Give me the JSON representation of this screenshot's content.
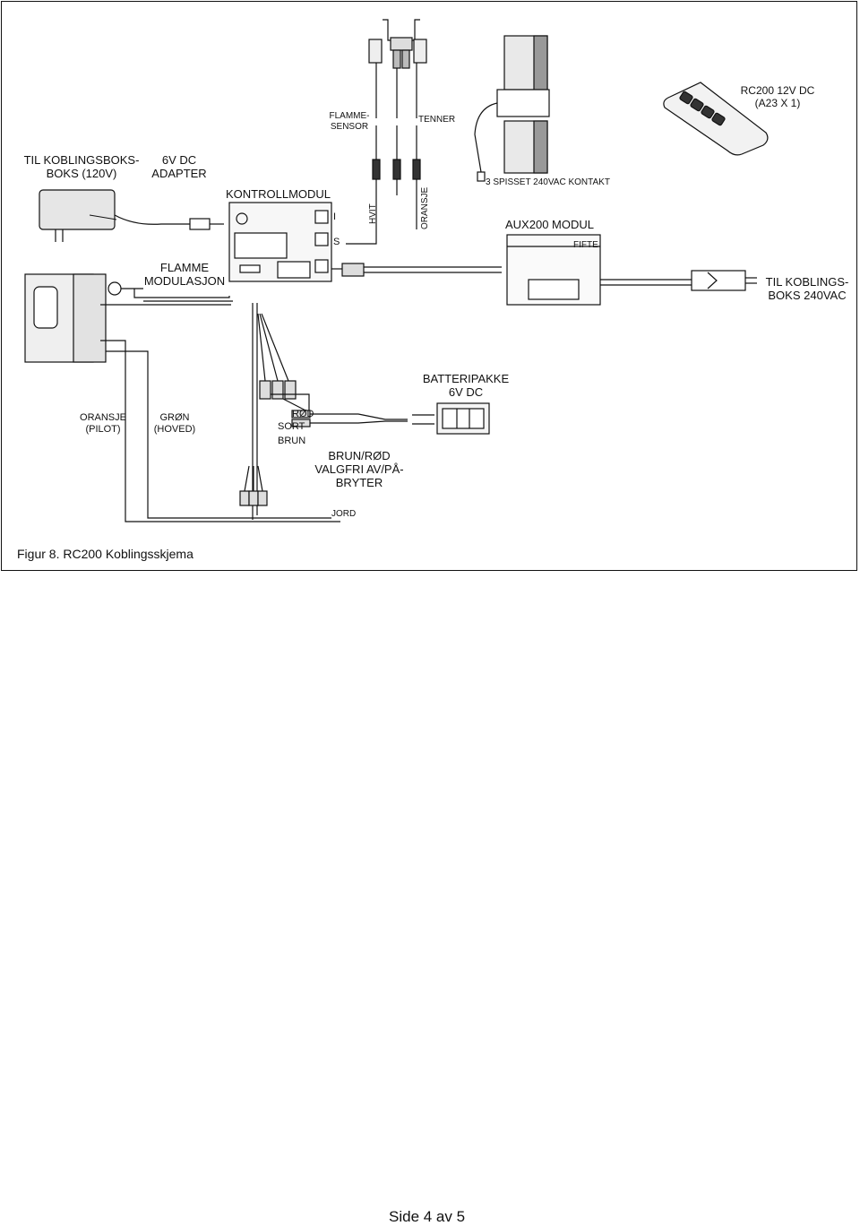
{
  "labels": {
    "flame_sensor": "FLAMME-\nSENSOR",
    "igniter": "TENNER",
    "remote": "RC200 12V DC\n(A23 X 1)",
    "junction_120": "TIL KOBLINGSBOKS-\nBOKS (120V)",
    "adapter": "6V DC\nADAPTER",
    "control_module": "KONTROLLMODUL",
    "terminal_i": "I",
    "terminal_s": "S",
    "hvit": "HVIT",
    "oransje_vertical": "ORANSJE",
    "three_prong": "3 SPISSET 240VAC KONTAKT",
    "aux_module": "AUX200 MODUL",
    "fifte": "FIFTE",
    "flame_modulation": "FLAMME\nMODULASJON",
    "junction_240": "TIL KOBLINGS-\nBOKS 240VAC",
    "battery_pack": "BATTERIPAKKE\n6V DC",
    "oransje_pilot": "ORANSJE\n(PILOT)",
    "gron_hoved": "GRØN\n(HOVED)",
    "rod": "RØD",
    "sort": "SORT",
    "brun": "BRUN",
    "switch": "BRUN/RØD\nVALGFRI AV/PÅ-\nBRYTER",
    "jord": "JORD"
  },
  "caption": "Figur 8.  RC200 Koblingsskjema",
  "footer": "Side 4 av 5"
}
